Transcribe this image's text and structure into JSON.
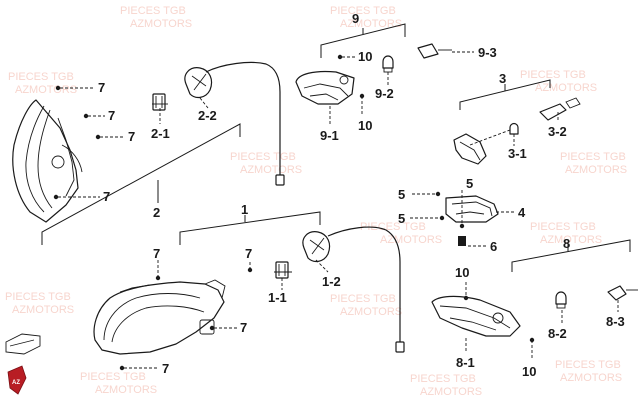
{
  "watermark": {
    "line1": "PIECES TGB",
    "line2": "AZMOTORS",
    "logo": "AZ",
    "color": "#f2b3a6"
  },
  "callouts": {
    "c1": "1",
    "c1_1": "1-1",
    "c1_2": "1-2",
    "c2": "2",
    "c2_1": "2-1",
    "c2_2": "2-2",
    "c3": "3",
    "c3_1": "3-1",
    "c3_2": "3-2",
    "c4": "4",
    "c5a": "5",
    "c5b": "5",
    "c5c": "5",
    "c6": "6",
    "c7a": "7",
    "c7b": "7",
    "c7c": "7",
    "c7d": "7",
    "c7e": "7",
    "c7f": "7",
    "c7g": "7",
    "c7h": "7",
    "c8": "8",
    "c8_1": "8-1",
    "c8_2": "8-2",
    "c8_3": "8-3",
    "c9": "9",
    "c9_1": "9-1",
    "c9_2": "9-2",
    "c9_3": "9-3",
    "c10a": "10",
    "c10b": "10",
    "c10c": "10",
    "c10d": "10"
  }
}
